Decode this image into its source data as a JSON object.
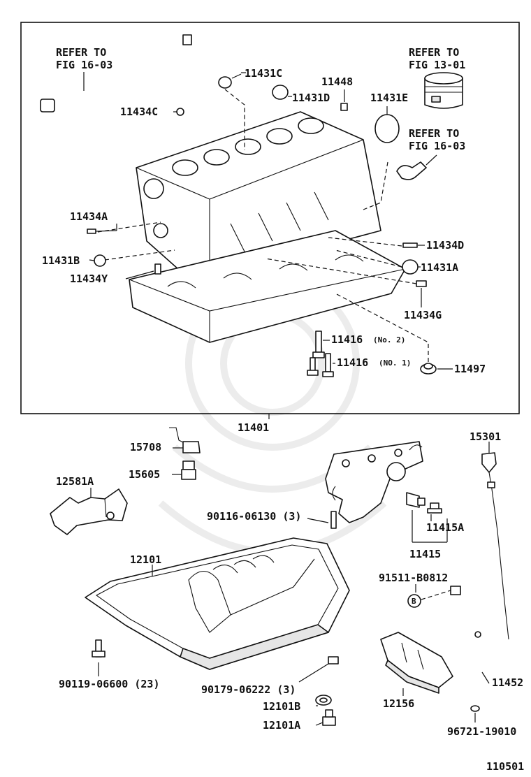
{
  "labels": {
    "refer_16_03_left_a": "REFER TO",
    "refer_16_03_left_b": "FIG 16-03",
    "refer_13_01_a": "REFER TO",
    "refer_13_01_b": "FIG 13-01",
    "refer_16_03_right_a": "REFER TO",
    "refer_16_03_right_b": "FIG 16-03",
    "p11431C": "11431C",
    "p11448": "11448",
    "p11431D": "11431D",
    "p11431E": "11431E",
    "p11434C": "11434C",
    "p11434A": "11434A",
    "p11431B": "11431B",
    "p11434Y": "11434Y",
    "p11434D": "11434D",
    "p11431A": "11431A",
    "p11434G": "11434G",
    "p11416_no2": "11416",
    "p11416_no2_note": "(No. 2)",
    "p11416_no1": "11416",
    "p11416_no1_note": "(NO. 1)",
    "p11497": "11497",
    "p11401": "11401",
    "p15708": "15708",
    "p15605": "15605",
    "p12581A": "12581A",
    "p15301": "15301",
    "p90116": "90116-06130 (3)",
    "p11415A": "11415A",
    "p11415": "11415",
    "p12101": "12101",
    "p91511": "91511-B0812",
    "p90119": "90119-06600 (23)",
    "p90179": "90179-06222 (3)",
    "p12156": "12156",
    "p11452": "11452",
    "p12101B": "12101B",
    "p12101A": "12101A",
    "p96721": "96721-19010",
    "diagram_id": "110501"
  }
}
